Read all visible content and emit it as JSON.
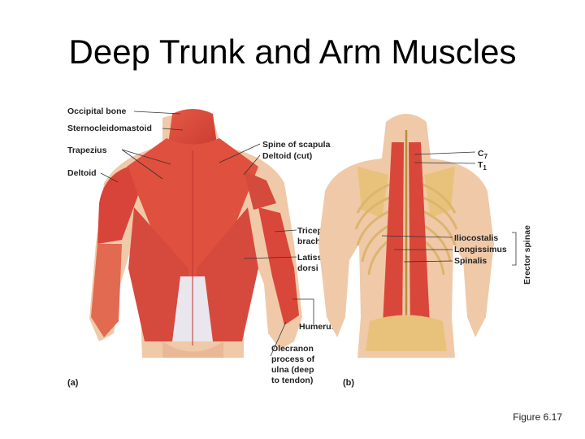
{
  "title": "Deep Trunk and Arm Muscles",
  "caption": "Figure 6.17",
  "panel_a": {
    "tag": "(a)",
    "labels": {
      "occipital_bone": "Occipital bone",
      "sternocleidomastoid": "Sternocleidomastoid",
      "trapezius": "Trapezius",
      "deltoid": "Deltoid",
      "spine_of_scapula": "Spine of scapula",
      "deltoid_cut": "Deltoid (cut)",
      "triceps_1": "Triceps",
      "triceps_2": "brachii",
      "latissimus_1": "Latissimus",
      "latissimus_2": "dorsi",
      "humerus": "Humerus",
      "olecranon_1": "Olecranon",
      "olecranon_2": "process of",
      "olecranon_3": "ulna (deep",
      "olecranon_4": "to tendon)"
    }
  },
  "panel_b": {
    "tag": "(b)",
    "labels": {
      "c7": "C",
      "c7_sub": "7",
      "t1": "T",
      "t1_sub": "1",
      "iliocostalis": "Iliocostalis",
      "longissimus": "Longissimus",
      "spinalis": "Spinalis",
      "erector_spinae": "Erector spinae"
    }
  },
  "colors": {
    "muscle": "#d9473a",
    "muscle_light": "#ec7a62",
    "skin": "#f0c9a8",
    "bone": "#e8c27a",
    "tendon": "#e9e6ee"
  }
}
